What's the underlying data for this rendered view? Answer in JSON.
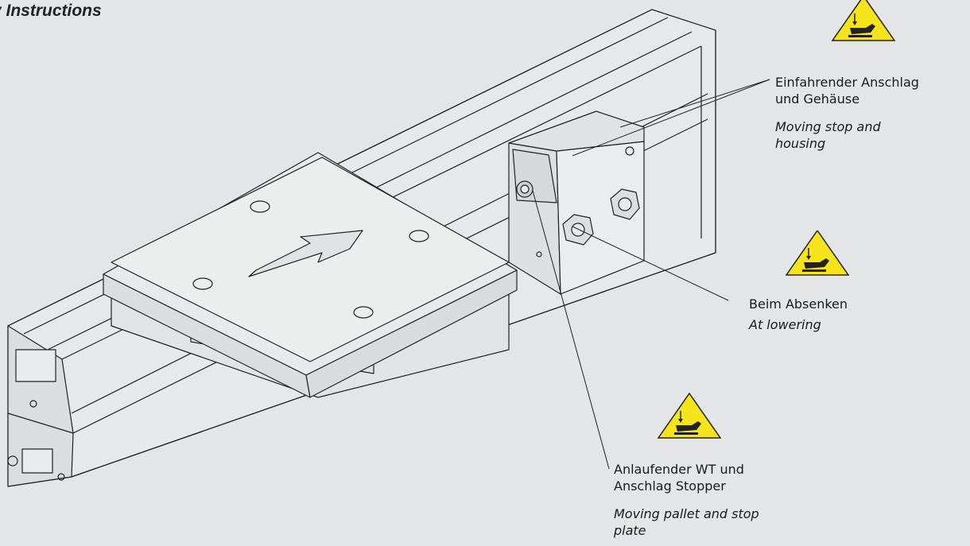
{
  "header": {
    "title": "y Instructions"
  },
  "labels": {
    "moving_stop": {
      "de_line1": "Einfahrender Anschlag",
      "de_line2": "und Gehäuse",
      "en_line1": "Moving stop and",
      "en_line2": "housing"
    },
    "lowering": {
      "de_line1": "Beim Absenken",
      "en_line1": "At lowering"
    },
    "pallet": {
      "de_line1": "Anlaufender WT und",
      "de_line2": "Anschlag Stopper",
      "en_line1": "Moving pallet and stop",
      "en_line2": "plate"
    }
  },
  "icons": [
    "crush-hazard-warning-icon",
    "arrow-direction-icon"
  ],
  "colors": {
    "warning_fill": "#f5e31c",
    "background": "#e4e5e6",
    "lines": "#222222"
  }
}
